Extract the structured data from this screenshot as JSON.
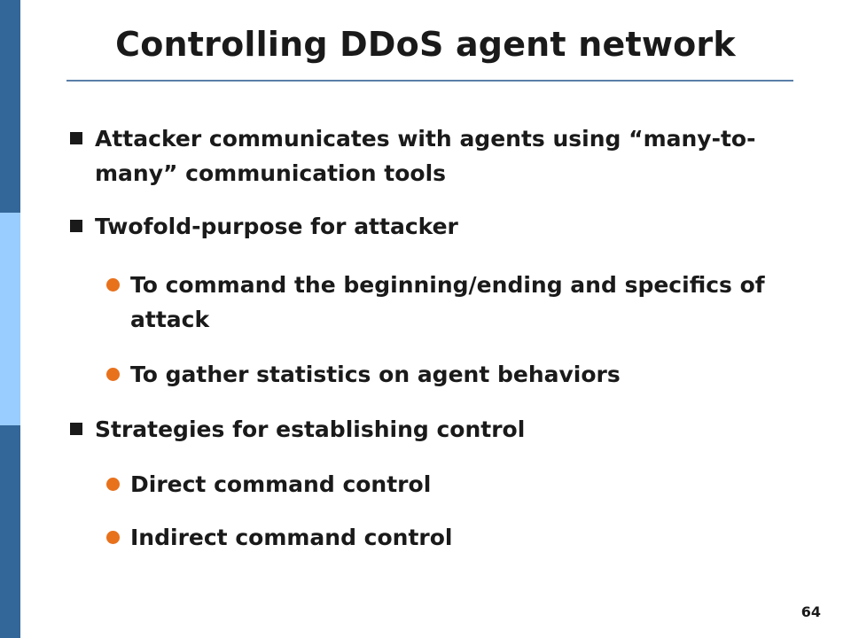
{
  "slide": {
    "title": "Controlling DDoS agent network",
    "page_number": "64",
    "bullets": [
      {
        "level": 1,
        "text": "Attacker communicates with agents using “many-to-many” communication tools"
      },
      {
        "level": 1,
        "text": "Twofold-purpose for attacker"
      },
      {
        "level": 2,
        "text": "To command the beginning/ending and specifics of attack"
      },
      {
        "level": 2,
        "text": "To gather statistics on agent behaviors"
      },
      {
        "level": 1,
        "text": "Strategies for establishing control"
      },
      {
        "level": 2,
        "text": "Direct command control"
      },
      {
        "level": 2,
        "text": "Indirect command control"
      }
    ],
    "colors": {
      "left_bar_dark": "#336699",
      "left_bar_light": "#99ccff",
      "title_rule": "#5a7fa8",
      "sub_bullet": "#e8711c",
      "main_bullet": "#1a1a1a"
    }
  }
}
